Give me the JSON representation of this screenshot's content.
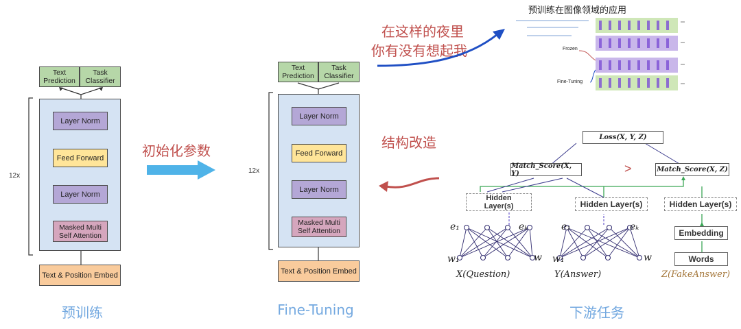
{
  "left_model": {
    "text_prediction": "Text\nPrediction",
    "task_classifier": "Task\nClassifier",
    "layer_norm_top": "Layer Norm",
    "feed_forward": "Feed Forward",
    "layer_norm_bottom": "Layer Norm",
    "attention": "Masked Multi\nSelf Attention",
    "embed": "Text & Position Embed",
    "repeat": "12x",
    "caption": "预训练"
  },
  "middle_model": {
    "text_prediction": "Text\nPrediction",
    "task_classifier": "Task\nClassifier",
    "layer_norm_top": "Layer Norm",
    "feed_forward": "Feed Forward",
    "layer_norm_bottom": "Layer Norm",
    "attention": "Masked Multi\nSelf Attention",
    "embed": "Text & Position Embed",
    "repeat": "12x",
    "caption": "Fine-Tuning"
  },
  "notes": {
    "init_params": "初始化参数",
    "lyric_line1": "在这样的夜里",
    "lyric_line2": "你有没有想起我",
    "restructure": "结构改造"
  },
  "thumbnail": {
    "title": "预训练在图像领域的应用",
    "frozen": "Frozen",
    "fine_tuning": "Fine-Tuning"
  },
  "downstream": {
    "loss": "Loss(X, Y, Z)",
    "match_xy": "Match_Score(X, Y)",
    "gt": ">",
    "match_xz": "Match_Score(X, Z)",
    "hidden_1": "Hidden\nLayer(s)",
    "hidden_2": "Hidden Layer(s)",
    "hidden_3": "Hidden Layer(s)",
    "embedding": "Embedding",
    "words": "Words",
    "e1": "e₁",
    "ek": "eₖ",
    "w1": "w₁",
    "w": "w",
    "dots": "······",
    "x_label": "X(Question)",
    "y_label": "Y(Answer)",
    "z_label": "Z(FakeAnswer)",
    "caption": "下游任务"
  },
  "colors": {
    "caption_blue": "#74a9e0",
    "note_red": "#c0504d",
    "arrow_blue": "#1f4fc4",
    "arrow_cyan": "#4fb3e8",
    "green": "#3aa655",
    "purple_dash": "#6a5acd"
  }
}
